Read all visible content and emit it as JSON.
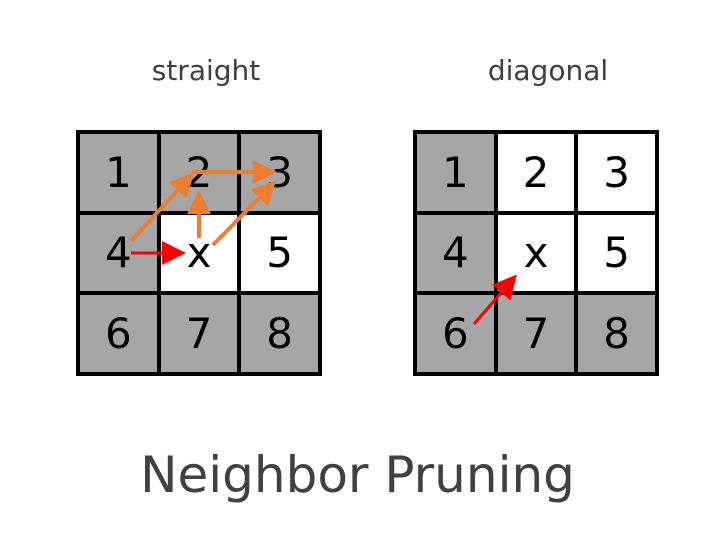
{
  "panels": [
    {
      "label": "straight",
      "cells": [
        {
          "text": "1",
          "shaded": true
        },
        {
          "text": "2",
          "shaded": true
        },
        {
          "text": "3",
          "shaded": true
        },
        {
          "text": "4",
          "shaded": true
        },
        {
          "text": "x",
          "shaded": false
        },
        {
          "text": "5",
          "shaded": false
        },
        {
          "text": "6",
          "shaded": true
        },
        {
          "text": "7",
          "shaded": true
        },
        {
          "text": "8",
          "shaded": true
        }
      ]
    },
    {
      "label": "diagonal",
      "cells": [
        {
          "text": "1",
          "shaded": true
        },
        {
          "text": "2",
          "shaded": false
        },
        {
          "text": "3",
          "shaded": false
        },
        {
          "text": "4",
          "shaded": true
        },
        {
          "text": "x",
          "shaded": false
        },
        {
          "text": "5",
          "shaded": false
        },
        {
          "text": "6",
          "shaded": true
        },
        {
          "text": "7",
          "shaded": true
        },
        {
          "text": "8",
          "shaded": true
        }
      ]
    }
  ],
  "title": "Neighbor Pruning",
  "colors": {
    "shaded": "#a6a6a6",
    "open": "#ffffff",
    "parent_arrow": "#ff0000",
    "path_arrow": "#ed7d31"
  }
}
